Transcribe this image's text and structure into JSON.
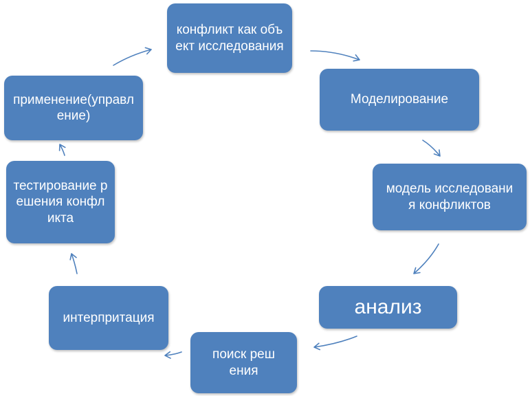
{
  "colors": {
    "node_fill": "#4F81BD",
    "node_text": "#FFFFFF",
    "arrow": "#4F81BD"
  },
  "cycle": {
    "nodes": [
      {
        "label": "конфликт как объект исследования"
      },
      {
        "label": "Моделирование"
      },
      {
        "label": "модель исследования конфликтов"
      },
      {
        "label": "анализ"
      },
      {
        "label": "поиск решения"
      },
      {
        "label": "интерпритация"
      },
      {
        "label": "тестирование решения конфликта"
      },
      {
        "label": "применение(управление)"
      }
    ]
  }
}
